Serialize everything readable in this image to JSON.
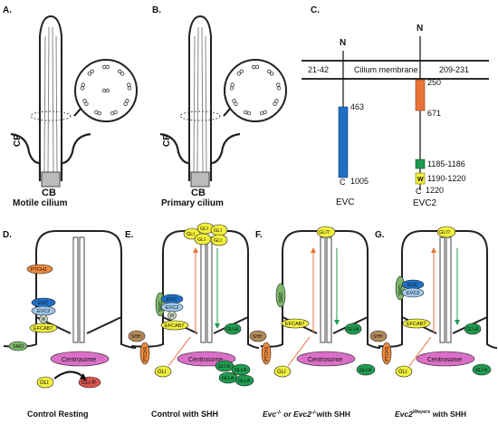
{
  "panels": {
    "a": "A.",
    "b": "B.",
    "c": "C.",
    "d": "D.",
    "e": "E.",
    "f": "F.",
    "g": "G."
  },
  "panel_a": {
    "cp": "CP",
    "cb": "CB",
    "caption": "Motile cilium"
  },
  "panel_b": {
    "cp": "CP",
    "cb": "CB",
    "caption": "Primary cilium"
  },
  "panel_c": {
    "n_left": "N",
    "n_right": "N",
    "left_range": "21-42",
    "membrane": "Cilium membrane",
    "right_range": "209-231",
    "evc_463": "463",
    "evc_c": "C",
    "evc_1005": "1005",
    "evc_name": "EVC",
    "evc2_250": "250",
    "evc2_671": "671",
    "evc2_1185": "1185-1186",
    "evc2_1190": "1190-1220",
    "evc2_w": "W",
    "evc2_c": "C",
    "evc2_1220": "1220",
    "evc2_name": "EVC2"
  },
  "proteins": {
    "ptch1": "PTCH1",
    "evc": "EVC",
    "evc2": "EVC2",
    "w": "W",
    "efcab7": "EFCAB7",
    "smo": "SMO",
    "centrosome": "Centrosome",
    "gli": "GLI",
    "glir": "GLI-R",
    "gli_unknown": "GLI?",
    "glia": "GLI-A",
    "shh": "SHH"
  },
  "captions": {
    "d": "Control Resting",
    "e": "Control with SHH",
    "f_evc": "Evc",
    "f_sup1": "-/-",
    "f_or": " or ",
    "f_evc2": "Evc2",
    "f_sup2": "-/-",
    "f_tail": "with SHH",
    "g_evc2": "Evc2",
    "g_sup": "Weyers",
    "g_tail": " with SHH"
  },
  "colors": {
    "evc_blue": "#1f6fc4",
    "evc2_orange": "#e8743a",
    "gli_yellow": "#f2ef3c",
    "glia_green": "#1f9b4f",
    "glir_red": "#d9534f",
    "centrosome_pink": "#d96fc6",
    "smo_green": "#7bb86a",
    "ptch_orange": "#f08a3c",
    "shh_brown": "#b58a5a"
  }
}
